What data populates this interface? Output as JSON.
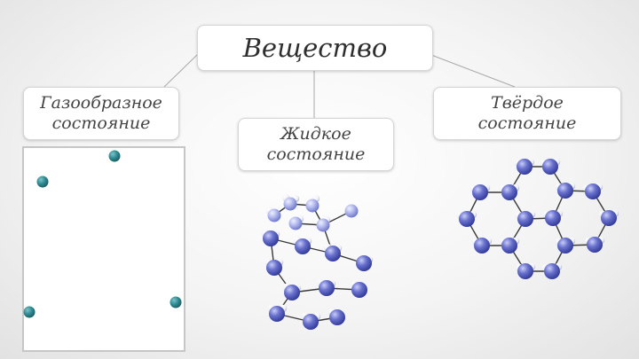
{
  "title": "Вещество",
  "states": {
    "gas": {
      "line1": "Газообразное",
      "line2": "состояние"
    },
    "liquid": {
      "line1": "Жидкое",
      "line2": "состояние"
    },
    "solid": {
      "line1": "Твёрдое",
      "line2": "состояние"
    }
  },
  "colors": {
    "gas_particle": "#2f8a92",
    "molecule_atom": "#5b63c2",
    "bond": "#3a3a3a",
    "hydrogen": "#f2f4fa"
  }
}
